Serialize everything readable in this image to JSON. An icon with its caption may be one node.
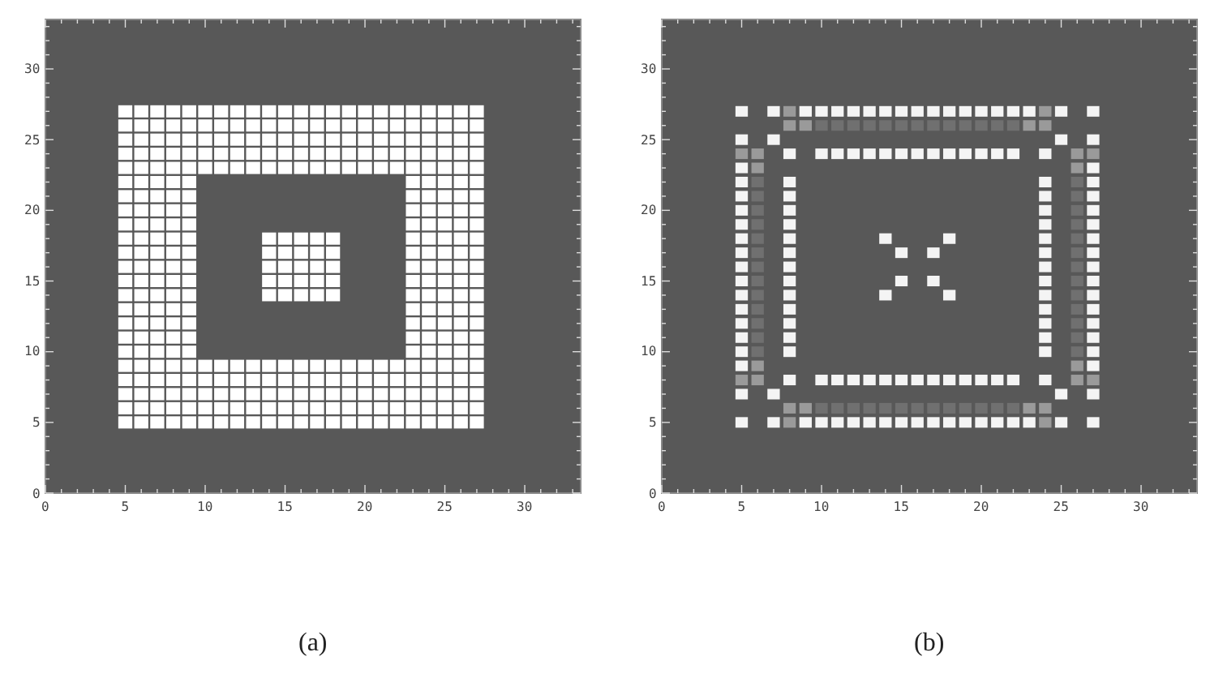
{
  "diagram": {
    "labels": [
      "30",
      "25",
      "20",
      "15",
      "10",
      "5",
      "0",
      "0",
      "5",
      "10",
      "15",
      "20",
      "25",
      "30",
      "30",
      "25",
      "20",
      "15",
      "10",
      "5",
      "0",
      "0",
      "5",
      "10",
      "15",
      "20",
      "25",
      "30",
      "(a)",
      "(b)"
    ]
  }
}
